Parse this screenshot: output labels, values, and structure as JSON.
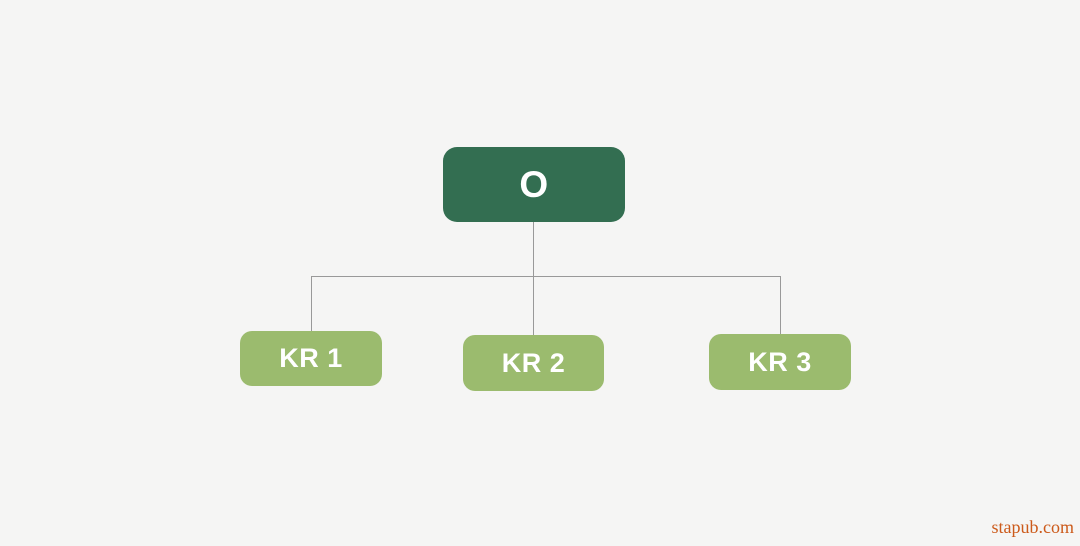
{
  "diagram": {
    "type": "okr-tree",
    "background_color": "#f5f5f4",
    "connector_color": "#999999",
    "root": {
      "label": "O",
      "fill_color": "#336e51",
      "text_color": "#ffffff"
    },
    "children": [
      {
        "label": "KR 1",
        "fill_color": "#9bbb6e",
        "text_color": "#ffffff"
      },
      {
        "label": "KR 2",
        "fill_color": "#9bbb6e",
        "text_color": "#ffffff"
      },
      {
        "label": "KR 3",
        "fill_color": "#9bbb6e",
        "text_color": "#ffffff"
      }
    ]
  },
  "watermark": {
    "text": "stapub.com",
    "color": "#cc5a1a"
  }
}
